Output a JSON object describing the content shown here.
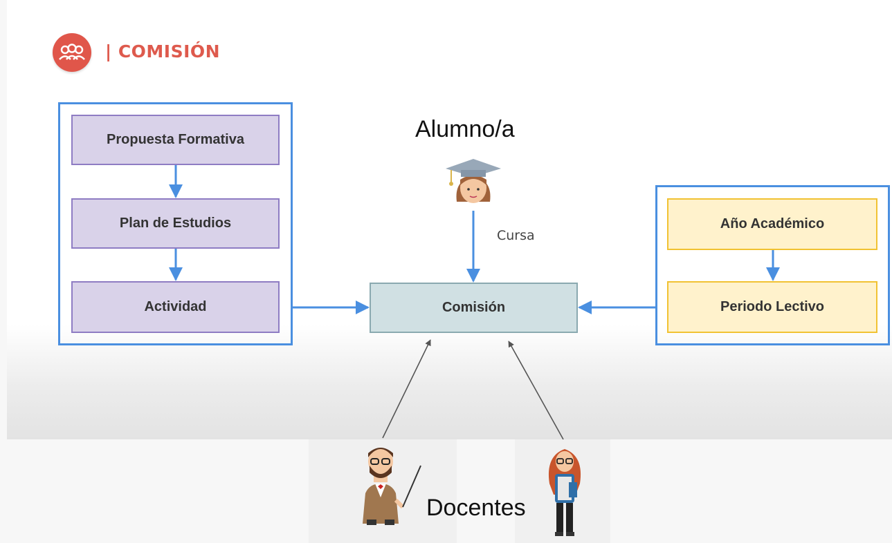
{
  "header": {
    "title": "| COMISIÓN",
    "logo_icon": "people-group-icon"
  },
  "left_group": {
    "items": [
      "Propuesta Formativa",
      "Plan de Estudios",
      "Actividad"
    ]
  },
  "right_group": {
    "items": [
      "Año Académico",
      "Periodo Lectivo"
    ]
  },
  "center": {
    "label": "Comisión"
  },
  "student": {
    "label": "Alumno/a",
    "edge_label": "Cursa",
    "icon": "graduate-student-icon"
  },
  "teachers": {
    "label": "Docentes",
    "icons": [
      "male-teacher-icon",
      "female-teacher-icon"
    ]
  },
  "colors": {
    "frame": "#4a8fe0",
    "arrow": "#4a8fe0",
    "purple_fill": "#d9d2e9",
    "yellow_fill": "#fff2cc",
    "teal_fill": "#d0e0e3",
    "accent": "#de5a4d"
  }
}
